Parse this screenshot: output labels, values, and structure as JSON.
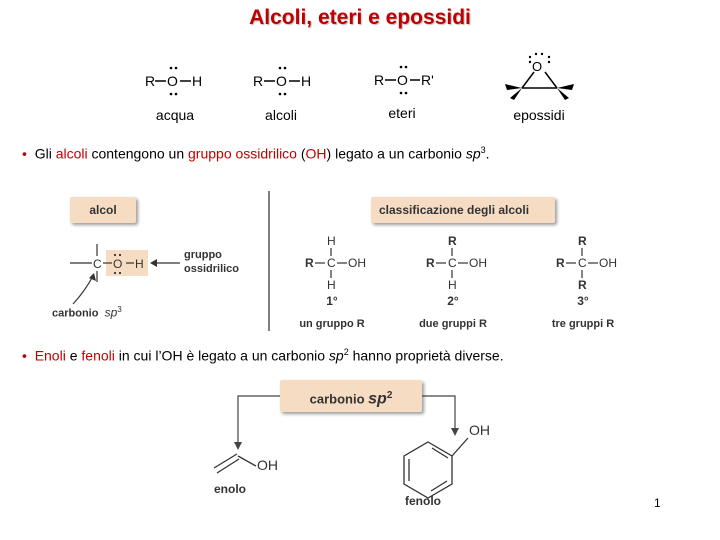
{
  "title": "Alcoli, eteri e epossidi",
  "structures": [
    {
      "formula_left": "R",
      "formula_mid": "O",
      "formula_right": "H",
      "name": "acqua"
    },
    {
      "formula_left": "R",
      "formula_mid": "O",
      "formula_right": "H",
      "name": "alcoli"
    },
    {
      "formula_left": "R",
      "formula_mid": "O",
      "formula_right": "R'",
      "name": "eteri"
    },
    {
      "atom": "O",
      "name": "epossidi"
    }
  ],
  "bullet1": {
    "t1": "Gli ",
    "alcoli": "alcoli",
    "t2": " contengono un ",
    "gruppo": "gruppo ossidrilico",
    "t3": " (",
    "oh": "OH",
    "t4": ") legato a un carbonio ",
    "sp": "sp",
    "sup": "3",
    "t5": "."
  },
  "figure1": {
    "alcol_label": "alcol",
    "gruppo_label_line1": "gruppo",
    "gruppo_label_line2": "ossidrilico",
    "carbonio_label": "carbonio",
    "sp": "sp",
    "sup": "3",
    "class_label": "classificazione degli alcoli",
    "primary": {
      "degree": "1°",
      "caption": "un gruppo R"
    },
    "secondary": {
      "degree": "2°",
      "caption": "due gruppi R"
    },
    "tertiary": {
      "degree": "3°",
      "caption": "tre gruppi R"
    }
  },
  "bullet2": {
    "enoli": "Enoli",
    "e": " e ",
    "fenoli": "fenoli",
    "t1": " in cui l’OH è legato a un carbonio ",
    "sp": "sp",
    "sup": "2",
    "t2": " hanno proprietà diverse."
  },
  "figure2": {
    "carbonio_label": "carbonio ",
    "sp": "sp",
    "sup": "2",
    "enolo": "enolo",
    "fenolo": "fenolo",
    "oh": "OH"
  },
  "page_number": "1"
}
